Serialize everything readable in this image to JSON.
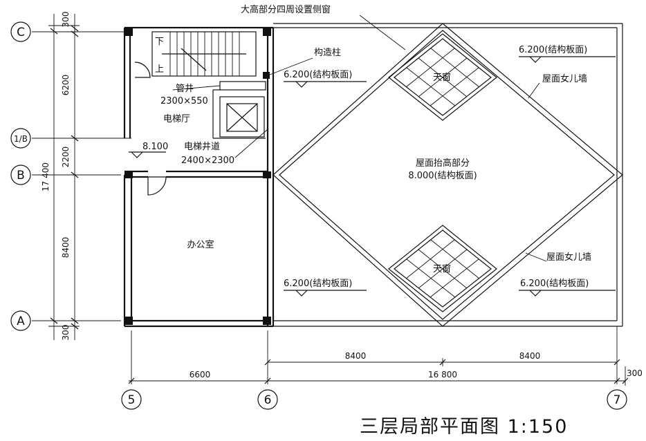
{
  "drawing": {
    "title": "三层局部平面图 1:150",
    "axes": {
      "C": "C",
      "B1": "1/B",
      "B": "B",
      "A": "A",
      "n5": "5",
      "n6": "6",
      "n7": "7"
    },
    "labels": {
      "side_windows_note": "大高部分四周设置侧窗",
      "structural_column": "构造柱",
      "elev_6200_upper_mid": "6.200(结构板面)",
      "elev_6200_upper_right": "6.200(结构板面)",
      "parapet_upper": "屋面女儿墙",
      "skylight_upper": "天窗",
      "pipe_shaft": "管井",
      "pipe_shaft_size": "2300×550",
      "elevator_hall": "电梯厅",
      "elev_8100": "8.100",
      "elevator_shaft": "电梯井道",
      "elevator_shaft_size": "2400×2300",
      "raised_roof": "屋面抬高部分",
      "raised_roof_elev": "8.000(结构板面)",
      "office": "办公室",
      "skylight_lower": "天窗",
      "parapet_lower": "屋面女儿墙",
      "elev_6200_lower_mid": "6.200(结构板面)",
      "elev_6200_lower_right": "6.200(结构板面)",
      "stair_down": "下",
      "stair_up": "上"
    },
    "dimensions": {
      "vertical": {
        "top_300": "300",
        "seg_6200": "6200",
        "seg_2200": "2200",
        "total_17400": "17 400",
        "seg_8400": "8400",
        "bottom_300": "300"
      },
      "horizontal": {
        "seg_8400_a": "8400",
        "seg_8400_b": "8400",
        "seg_6600": "6600",
        "total_16800": "16 800",
        "end_300": "300"
      }
    }
  }
}
